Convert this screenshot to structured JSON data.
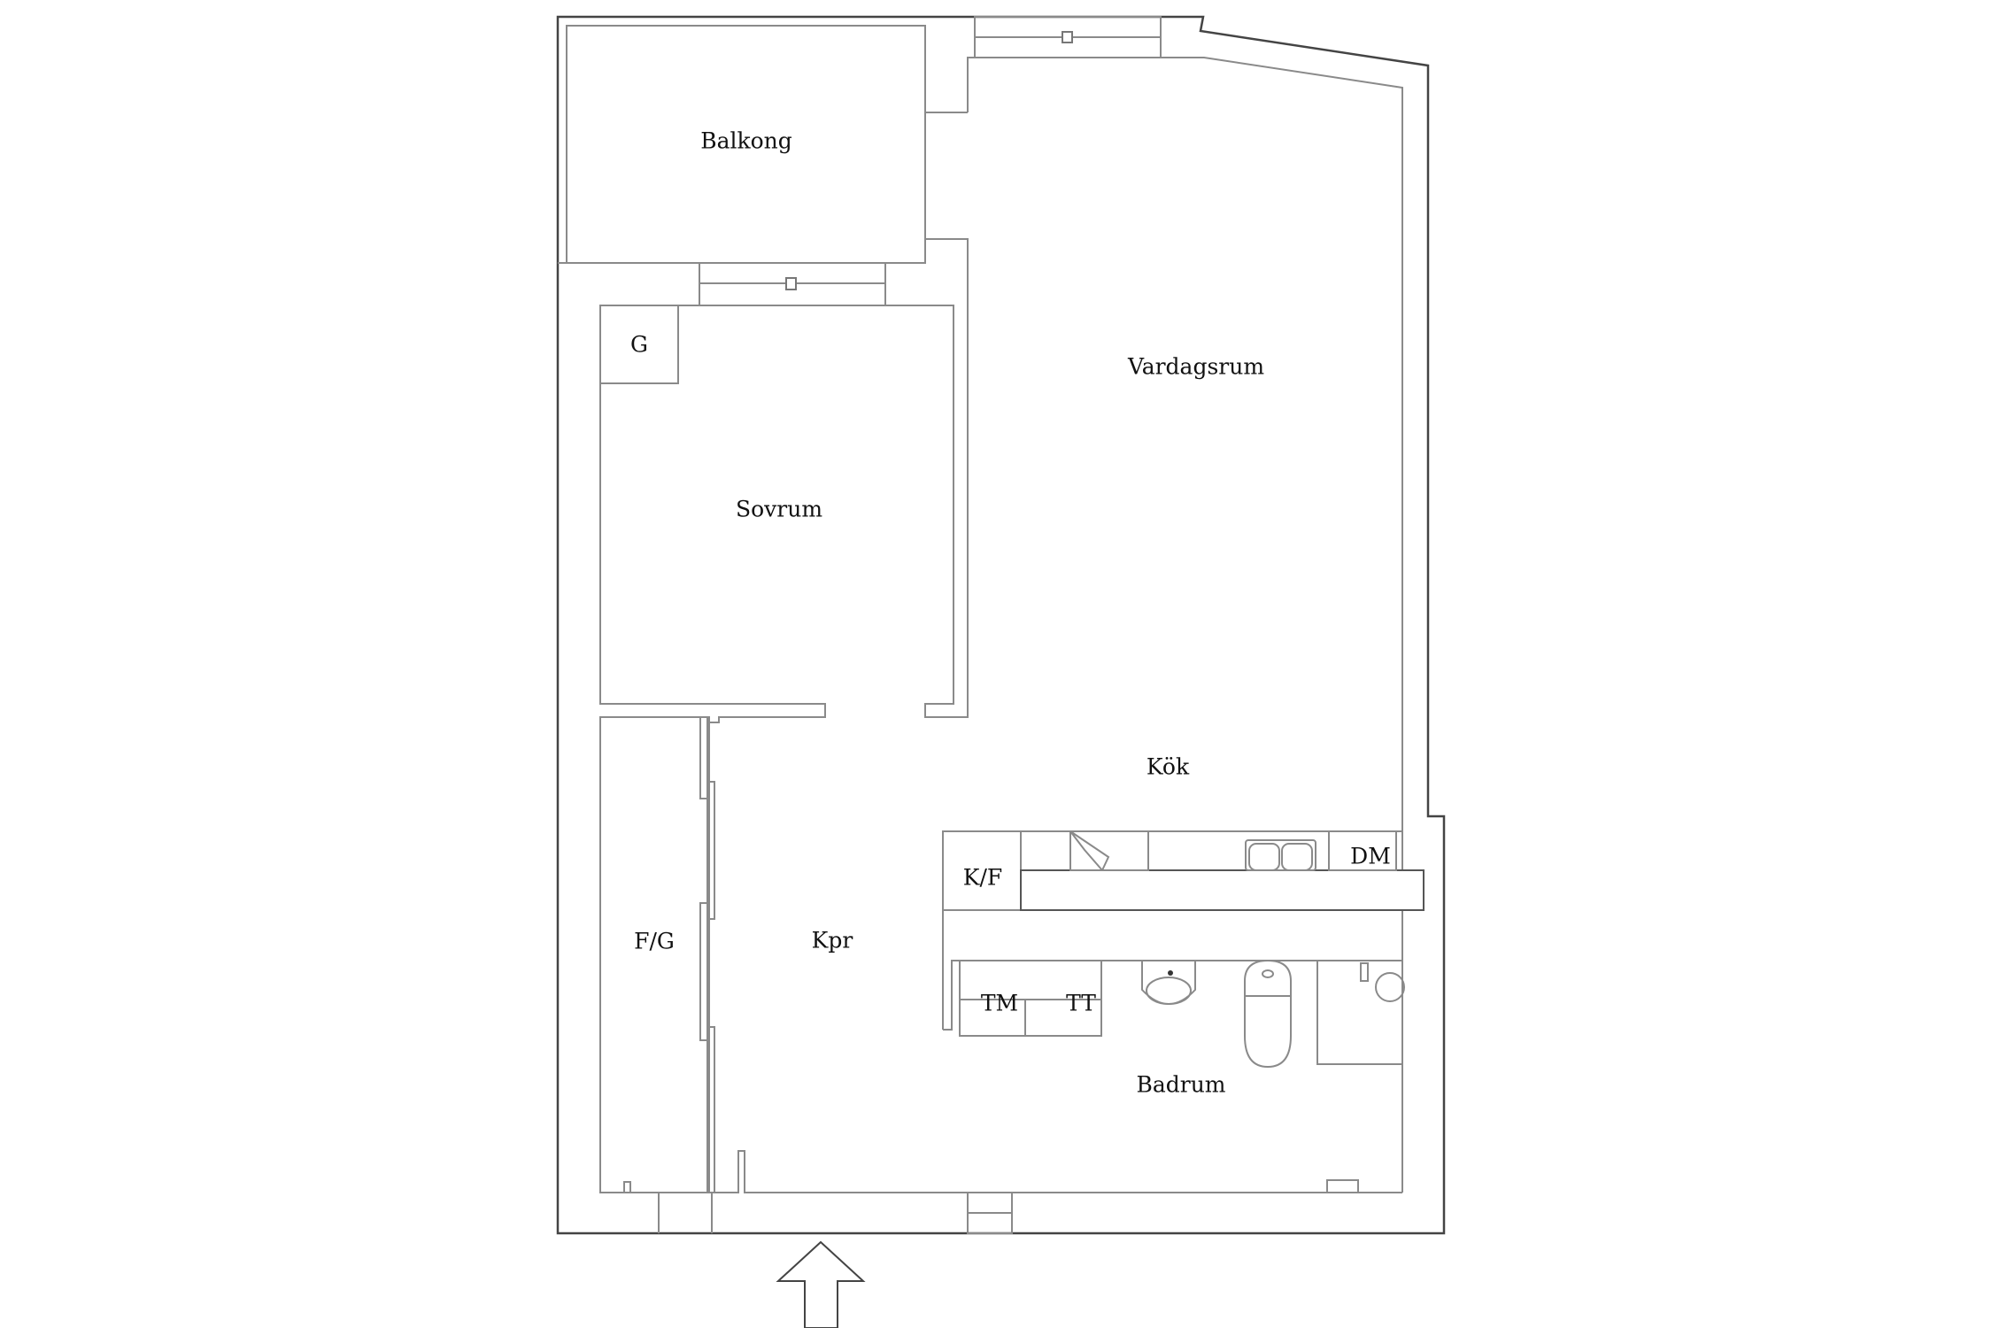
{
  "plan": {
    "rooms": {
      "balkong": "Balkong",
      "vardagsrum": "Vardagsrum",
      "sovrum": "Sovrum",
      "garderob": "G",
      "kok": "Kök",
      "kyl_frys": "K/F",
      "diskmaskin": "DM",
      "hall_closet": "F/G",
      "kapprum": "Kpr",
      "tvattmaskin": "TM",
      "torktumlare": "TT",
      "badrum": "Badrum"
    },
    "entrance_icon": "arrow-up-icon",
    "colors": {
      "lines": "#8a8a8a",
      "outer_wall": "#444444",
      "background": "#ffffff"
    }
  }
}
